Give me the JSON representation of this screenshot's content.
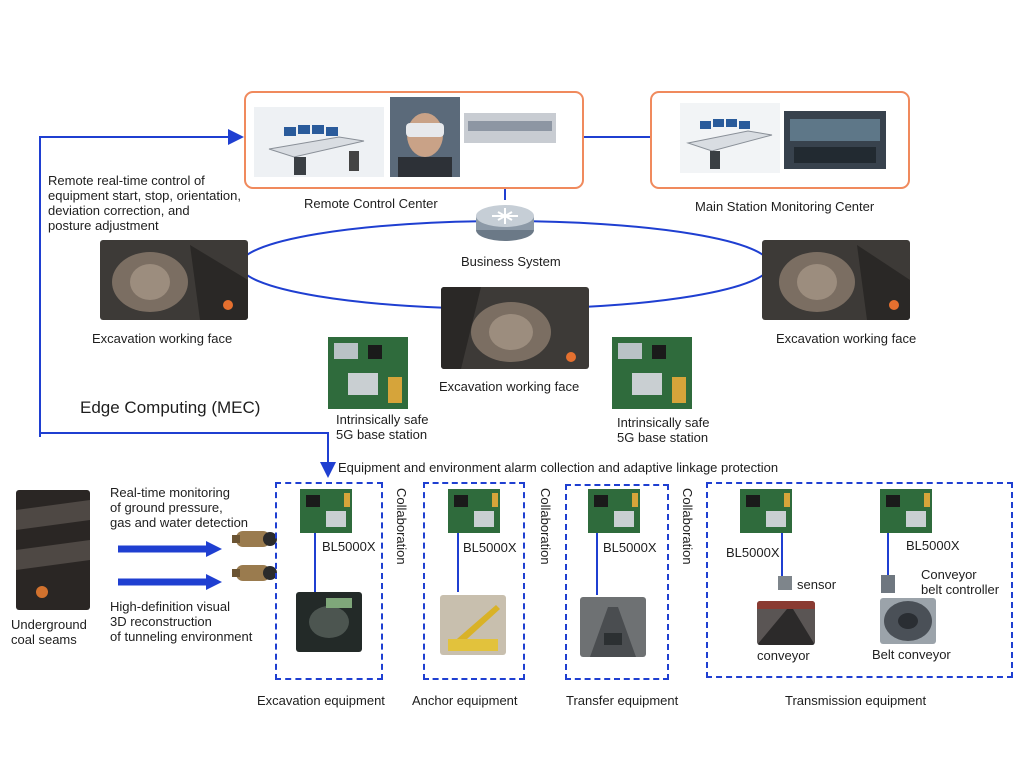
{
  "labels": {
    "remote_control_center": "Remote Control Center",
    "main_station": "Main Station Monitoring Center",
    "business_system": "Business System",
    "remote_control_desc": [
      "Remote real-time control of",
      "equipment start, stop, orientation,",
      "deviation correction, and",
      "posture adjustment"
    ],
    "excavation_face": "Excavation working face",
    "edge_computing": "Edge Computing (MEC)",
    "base_station": [
      "Intrinsically safe",
      "5G base station"
    ],
    "alarm_collection": "Equipment and environment alarm collection and adaptive linkage protection",
    "monitoring_desc": [
      "Real-time monitoring",
      "of ground pressure,",
      "gas and water detection"
    ],
    "visual_desc": [
      "High-definition visual",
      "3D reconstruction",
      "of tunneling environment"
    ],
    "coal_seams": [
      "Underground",
      "coal seams"
    ],
    "bl5000x": "BL5000X",
    "collaboration": "Collaboration",
    "sensor": "sensor",
    "conveyor_belt_controller": [
      "Conveyor",
      "belt controller"
    ],
    "conveyor": "conveyor",
    "belt_conveyor": "Belt conveyor",
    "excavation_equipment": "Excavation equipment",
    "anchor_equipment": "Anchor equipment",
    "transfer_equipment": "Transfer equipment",
    "transmission_equipment": "Transmission equipment"
  },
  "colors": {
    "link_blue": "#1f3fd1",
    "box_orange": "#f08a5d",
    "board_green": "#2f6b3c"
  },
  "icons": {
    "router": "router-icon",
    "camera": "camera-icon"
  }
}
